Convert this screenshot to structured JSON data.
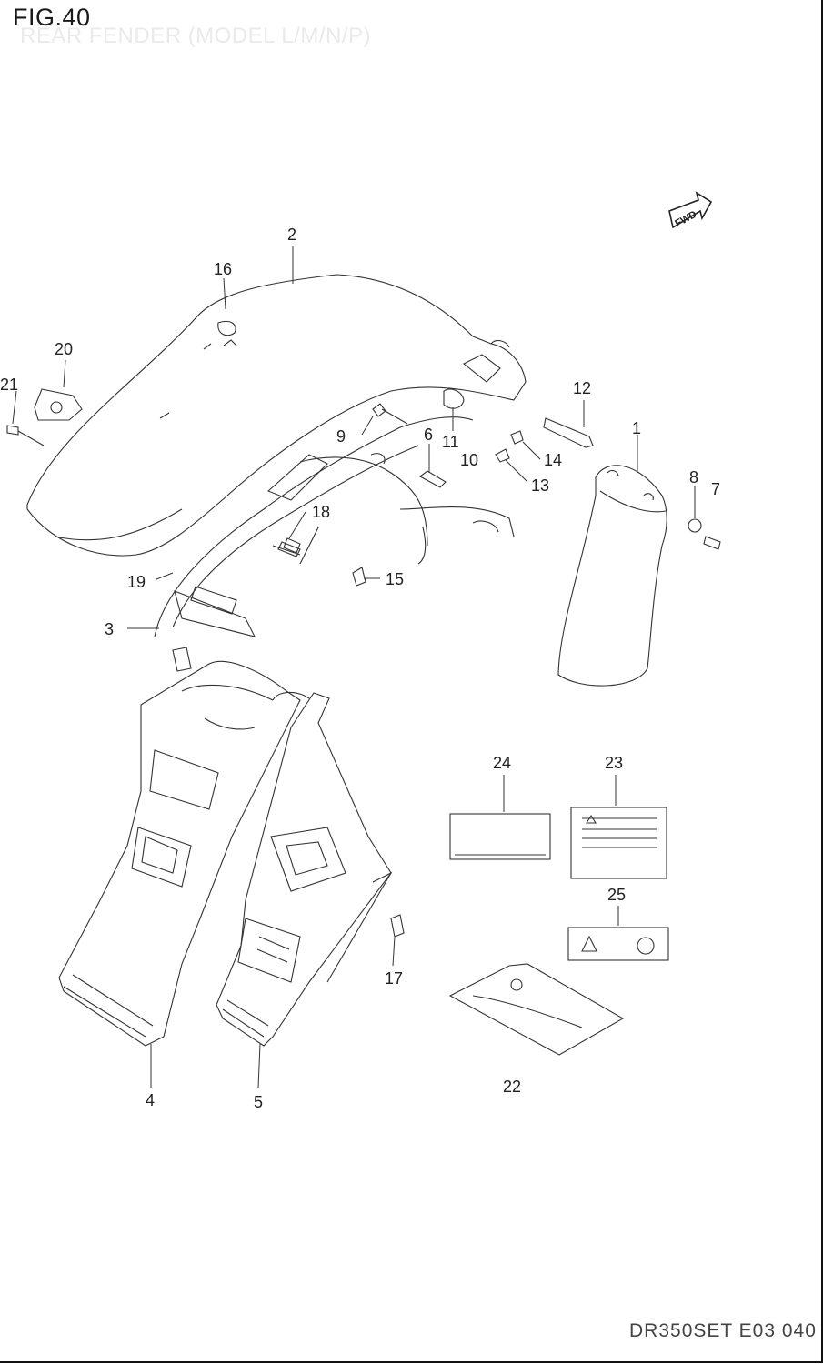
{
  "figure": {
    "title": "FIG.40",
    "subtitle": "REAR FENDER (MODEL L/M/N/P)",
    "footer_code": "DR350SET E03 040",
    "direction_badge": "FWD"
  },
  "callouts": [
    {
      "id": "c1",
      "label": "1"
    },
    {
      "id": "c2",
      "label": "2"
    },
    {
      "id": "c3",
      "label": "3"
    },
    {
      "id": "c4",
      "label": "4"
    },
    {
      "id": "c5",
      "label": "5"
    },
    {
      "id": "c6",
      "label": "6"
    },
    {
      "id": "c7",
      "label": "7"
    },
    {
      "id": "c8",
      "label": "8"
    },
    {
      "id": "c9",
      "label": "9"
    },
    {
      "id": "c10",
      "label": "10"
    },
    {
      "id": "c11",
      "label": "11"
    },
    {
      "id": "c12",
      "label": "12"
    },
    {
      "id": "c13",
      "label": "13"
    },
    {
      "id": "c14",
      "label": "14"
    },
    {
      "id": "c15",
      "label": "15"
    },
    {
      "id": "c16",
      "label": "16"
    },
    {
      "id": "c17",
      "label": "17"
    },
    {
      "id": "c18",
      "label": "18"
    },
    {
      "id": "c19",
      "label": "19"
    },
    {
      "id": "c20",
      "label": "20"
    },
    {
      "id": "c21",
      "label": "21"
    },
    {
      "id": "c22",
      "label": "22"
    },
    {
      "id": "c23",
      "label": "23"
    },
    {
      "id": "c24",
      "label": "24"
    },
    {
      "id": "c25",
      "label": "25"
    }
  ]
}
